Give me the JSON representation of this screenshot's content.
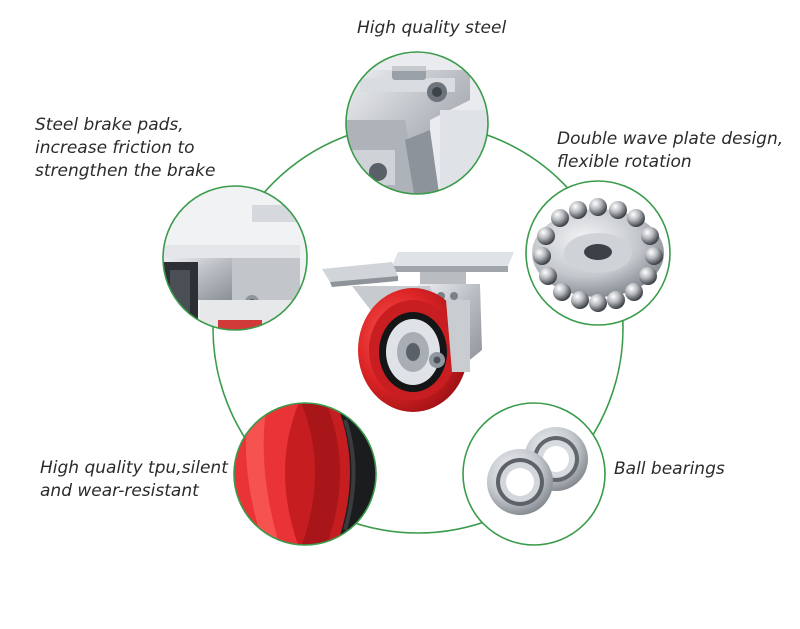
{
  "features": {
    "top": {
      "lines": [
        "High quality steel"
      ],
      "icon": "steel-bracket-closeup"
    },
    "left": {
      "lines": [
        "Steel brake pads,",
        "increase friction to",
        "strengthen the brake"
      ],
      "icon": "brake-pad-closeup"
    },
    "right": {
      "lines": [
        "Double wave plate design,",
        "flexible rotation"
      ],
      "icon": "ball-race-plate"
    },
    "bottom_left": {
      "lines": [
        "High quality tpu,silent",
        "and wear-resistant"
      ],
      "icon": "red-tpu-wheel-closeup"
    },
    "bottom_right": {
      "lines": [
        "Ball bearings"
      ],
      "icon": "ball-bearings"
    }
  },
  "colors": {
    "ring": "#3a9b4a",
    "wheel_red": "#d9262a",
    "steel": "#c9ccd1"
  }
}
